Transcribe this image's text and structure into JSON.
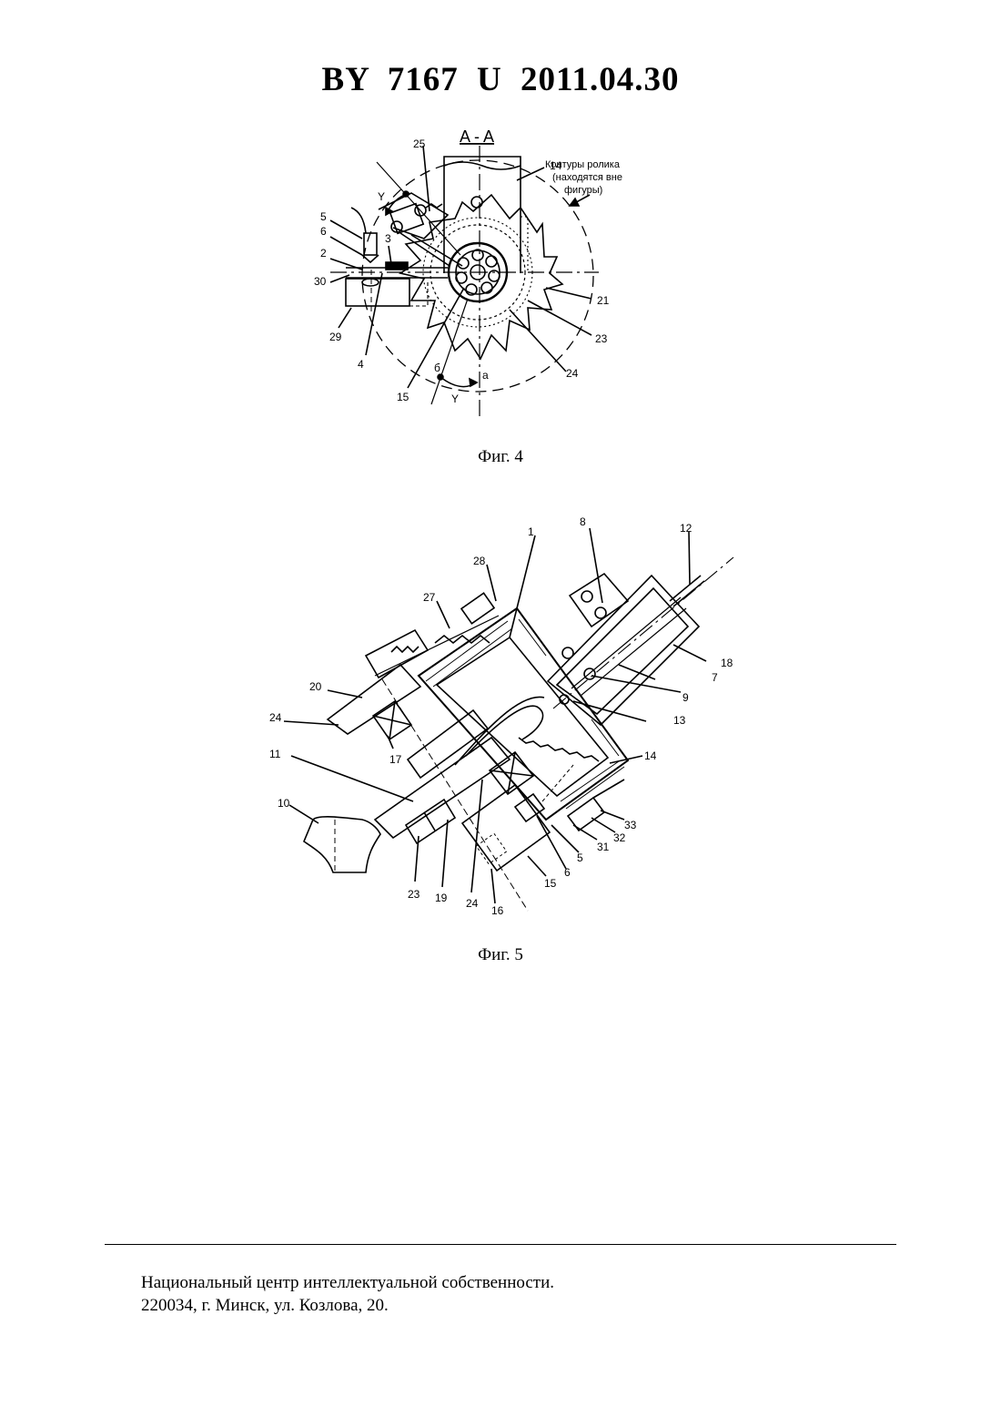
{
  "header": {
    "doc_id": "BY  7167  U  2011.04.30"
  },
  "figure4": {
    "section_label": "A - A",
    "annotation": [
      "Контуры ролика",
      "(находятся вне",
      "фигуры)"
    ],
    "labels": [
      "25",
      "14",
      "Y",
      "5",
      "6",
      "3",
      "2",
      "30",
      "29",
      "4",
      "15",
      "б",
      "а",
      "Y",
      "21",
      "23",
      "24"
    ],
    "caption": "Фиг. 4"
  },
  "figure5": {
    "labels": [
      "28",
      "1",
      "8",
      "12",
      "27",
      "20",
      "24",
      "17",
      "11",
      "10",
      "23",
      "19",
      "24",
      "16",
      "15",
      "6",
      "5",
      "31",
      "32",
      "33",
      "14",
      "13",
      "9",
      "7",
      "18"
    ],
    "caption": "Фиг. 5"
  },
  "footer": {
    "line1": "Национальный центр интеллектуальной собственности.",
    "line2": "220034, г. Минск, ул. Козлова, 20."
  }
}
